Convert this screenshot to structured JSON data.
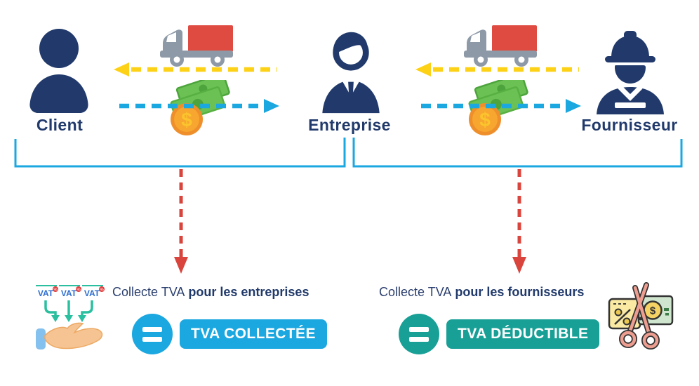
{
  "actors": {
    "client": "Client",
    "entreprise": "Entreprise",
    "fournisseur": "Fournisseur"
  },
  "bottom_left": {
    "caption_regular": "Collecte TVA",
    "caption_bold": "pour les entreprises",
    "badge_label": "TVA COLLECTÉE"
  },
  "bottom_right": {
    "caption_regular": "Collecte TVA",
    "caption_bold": "pour les fournisseurs",
    "badge_label": "TVA DÉDUCTIBLE"
  },
  "icons": {
    "vat_tag_label": "VAT",
    "percent_symbol": "%",
    "dollar_symbol": "$",
    "goods_flow": "truck-icon",
    "money_flow": "money-icon"
  },
  "colors": {
    "navy": "#213a6b",
    "blue": "#1ba7e0",
    "teal": "#18a096",
    "yellow": "#fdd116",
    "red": "#d9453d",
    "text_navy": "#2b3f6e"
  }
}
